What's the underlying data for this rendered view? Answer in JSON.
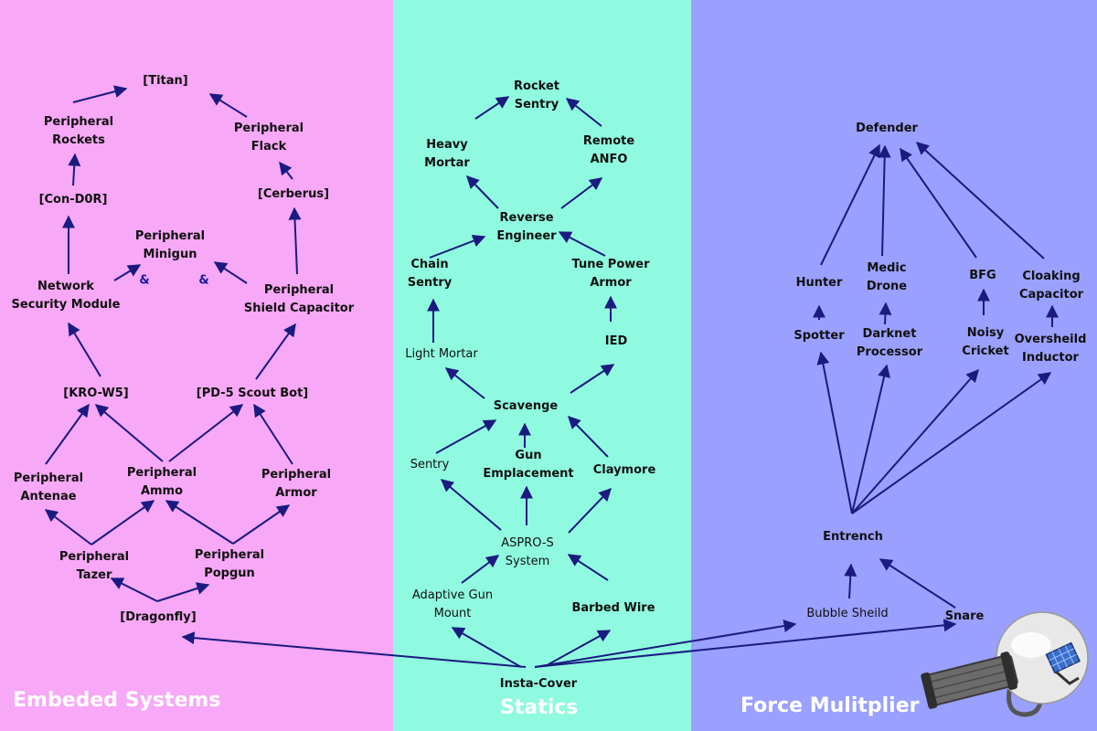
{
  "sections": {
    "embedded": "Embeded Systems",
    "statics": "Statics",
    "force": "Force Mulitplier"
  },
  "colors": {
    "embedded_bg": "#f7a8f6",
    "statics_bg": "#8ffadf",
    "force_bg": "#9aa0fe",
    "arrow": "#1a1a80",
    "title": "#ffffff"
  },
  "nodes": {
    "titan": "[Titan]",
    "p_rockets": "Peripheral\nRockets",
    "p_flack": "Peripheral\nFlack",
    "con_d0r": "[Con-D0R]",
    "cerberus": "[Cerberus]",
    "p_minigun": "Peripheral\nMinigun",
    "network": "Network\nSecurity Module",
    "p_shield": "Peripheral\nShield Capacitor",
    "amp": "&",
    "kro_w5": "[KRO-W5]",
    "pd5": "[PD-5 Scout Bot]",
    "p_antenae": "Peripheral\nAntenae",
    "p_ammo": "Peripheral\nAmmo",
    "p_armor": "Peripheral\nArmor",
    "p_tazer": "Peripheral\nTazer",
    "p_popgun": "Peripheral\nPopgun",
    "dragonfly": "[Dragonfly]",
    "rocket_sentry": "Rocket\nSentry",
    "heavy_mortar": "Heavy\nMortar",
    "remote_anfo": "Remote\nANFO",
    "reverse_eng": "Reverse\nEngineer",
    "chain_sentry": "Chain\nSentry",
    "tune_power": "Tune Power\nArmor",
    "light_mortar": "Light Mortar",
    "ied": "IED",
    "scavenge": "Scavenge",
    "sentry": "Sentry",
    "gun_empl": "Gun\nEmplacement",
    "claymore": "Claymore",
    "aspro": "ASPRO-S\nSystem",
    "adaptive": "Adaptive Gun\nMount",
    "barbed": "Barbed Wire",
    "insta_cover": "Insta-Cover",
    "defender": "Defender",
    "hunter": "Hunter",
    "medic": "Medic\nDrone",
    "bfg": "BFG",
    "cloaking": "Cloaking\nCapacitor",
    "spotter": "Spotter",
    "darknet": "Darknet\nProcessor",
    "noisy": "Noisy\nCricket",
    "overshield": "Oversheild\nInductor",
    "entrench": "Entrench",
    "bubble": "Bubble Sheild",
    "snare": "Snare"
  },
  "icons": {
    "turret_robot": "gatling-turret-robot-icon"
  }
}
